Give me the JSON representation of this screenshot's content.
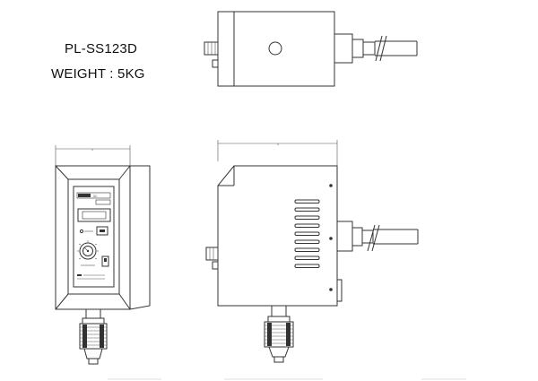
{
  "spec": {
    "model": "PL-SS123D",
    "weight": "WEIGHT : 5KG"
  },
  "views": [
    "top-view",
    "front-view",
    "side-view"
  ]
}
